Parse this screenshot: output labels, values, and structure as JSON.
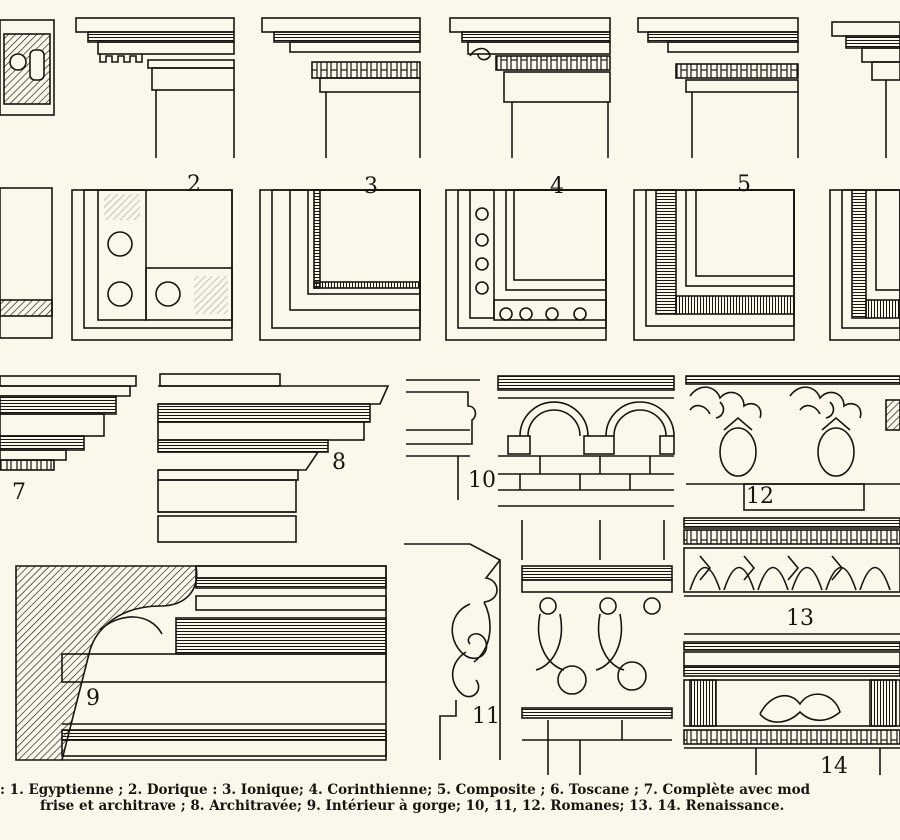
{
  "labels": {
    "fig2": "2",
    "fig3": "3",
    "fig4": "4",
    "fig5": "5",
    "fig7": "7",
    "fig8": "8",
    "fig9": "9",
    "fig10": "10",
    "fig11": "11",
    "fig12": "12",
    "fig13": "13",
    "fig14": "14"
  },
  "caption": {
    "line1": ": 1. Egyptienne ; 2. Dorique : 3.  Ionique;  4. Corinthienne;  5.  Composite ;  6. Toscane ;  7. Complète avec mod",
    "line2": "frise et architrave ;  8. Architravée;  9.  Intérieur à gorge;  10, 11, 12. Romanes;  13. 14. Renaissance."
  },
  "colors": {
    "paper": "#fbf7ea",
    "ink": "#1a1410"
  }
}
